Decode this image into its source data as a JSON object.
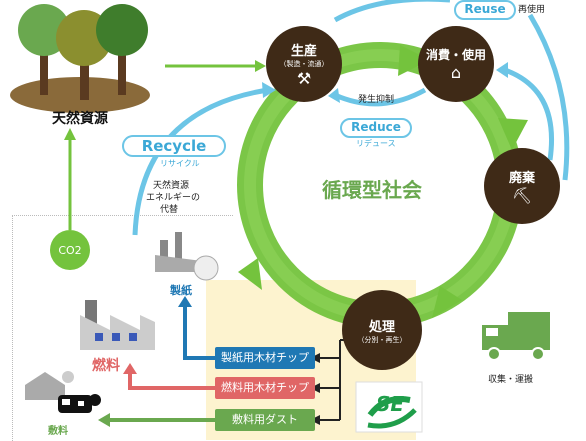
{
  "nodes": {
    "production": {
      "title": "生産",
      "sub": "（製造・流通）"
    },
    "consumption": {
      "title": "消費・使用"
    },
    "disposal": {
      "title": "廃棄"
    },
    "processing": {
      "title": "処理",
      "sub": "（分別・再生）"
    }
  },
  "labels": {
    "natural_resources": "天然資源",
    "cycle_society": "循環型社会",
    "reuse": "Reuse",
    "reuse_jp": "再使用",
    "recycle": "Recycle",
    "recycle_jp": "リサイクル",
    "reduce": "Reduce",
    "reduce_jp": "リデュース",
    "suppression": "発生抑制",
    "energy_line1": "天然資源",
    "energy_line2": "エネルギーの",
    "energy_line3": "代替",
    "co2": "CO2",
    "paper": "製紙",
    "fuel": "燃料",
    "feed": "敷料",
    "collection": "収集・運搬"
  },
  "bars": [
    {
      "label": "製紙用木材チップ",
      "color": "#1f78b4"
    },
    {
      "label": "燃料用木材チップ",
      "color": "#e06666"
    },
    {
      "label": "敷料用ダスト",
      "color": "#6aa84f"
    }
  ],
  "logo_text": "SE",
  "colors": {
    "brown": "#3f2a17",
    "green_ring": "#74c33d",
    "blue_arrow": "#6cc5e6",
    "cream": "#fdf3cf"
  }
}
